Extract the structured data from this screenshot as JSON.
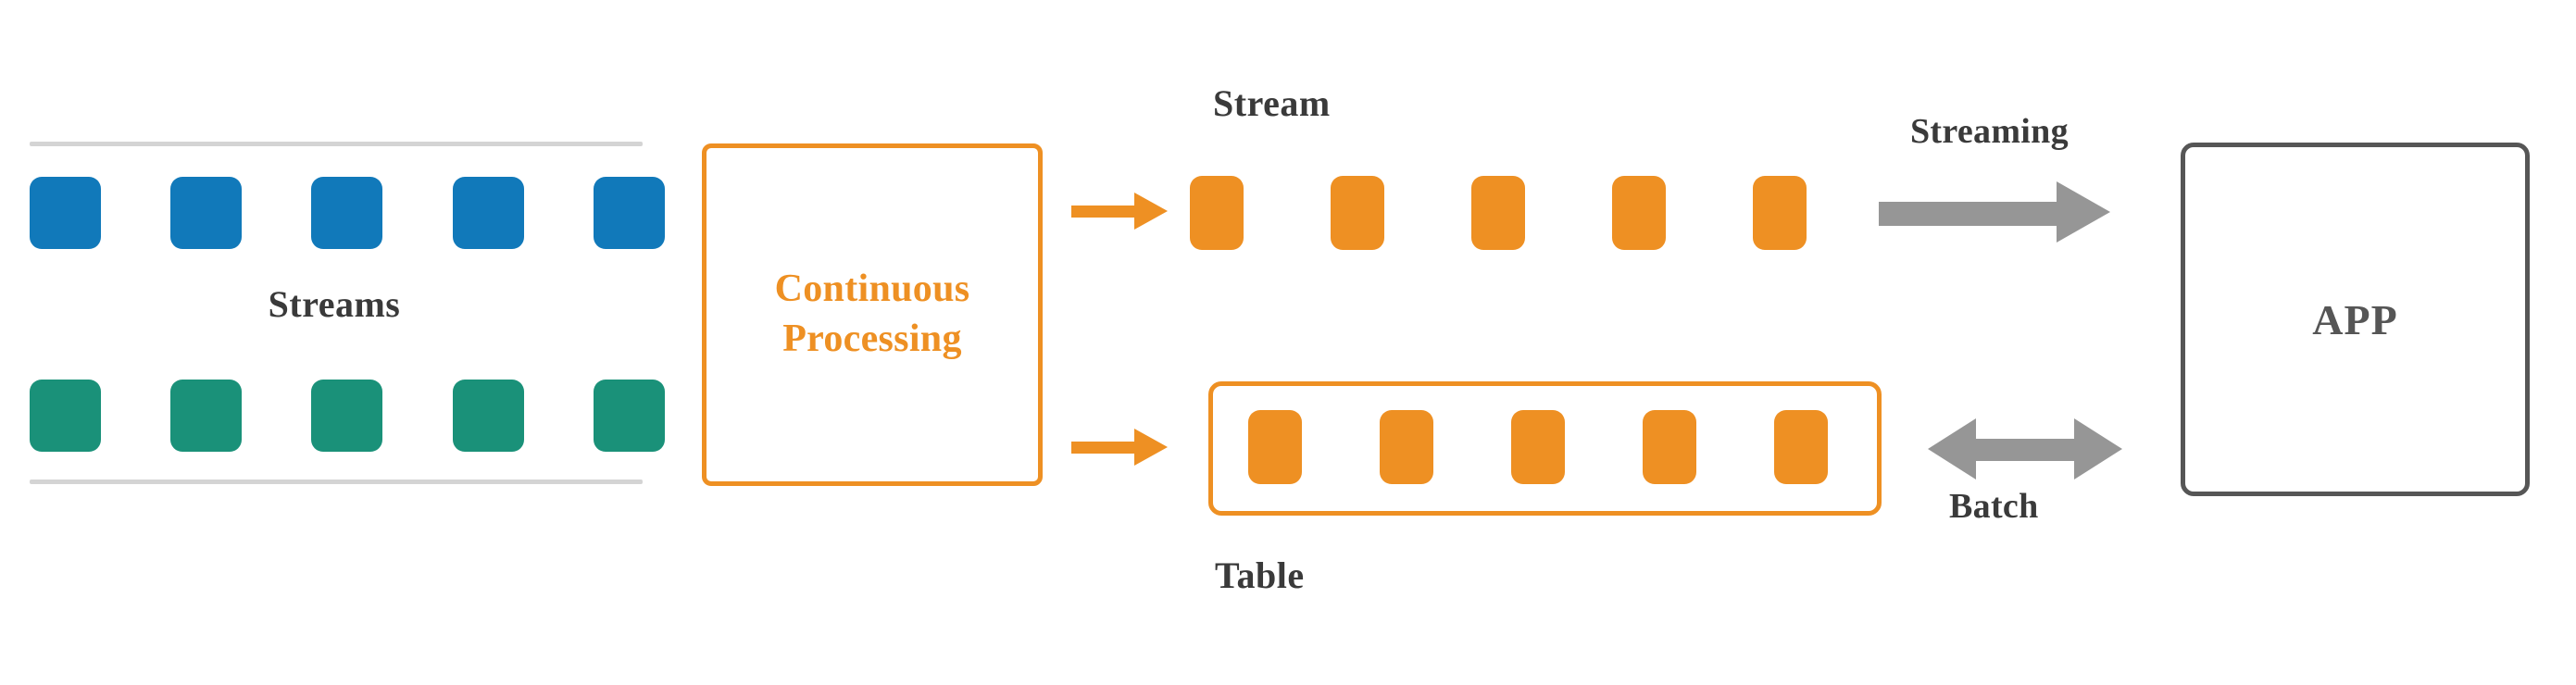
{
  "diagram": {
    "title": "Continuous Processing: Streams to Stream and Table consumed by APP",
    "colors": {
      "blue_chip": "#1179ba",
      "teal_chip": "#1a9179",
      "orange": "#ee9023",
      "grey_arrow": "#969696",
      "dark_text": "#3a3a3a",
      "app_border": "#565656",
      "rail": "#d4d4d4",
      "background": "#ffffff"
    }
  },
  "sources": {
    "label": "Streams",
    "blue_row": {
      "name": "blue-stream-row",
      "count": 5,
      "x_positions": [
        32,
        184,
        336,
        489,
        641
      ]
    },
    "teal_row": {
      "name": "teal-stream-row",
      "count": 5,
      "x_positions": [
        32,
        184,
        336,
        489,
        641
      ]
    },
    "rails": [
      "rail-top",
      "rail-bottom"
    ]
  },
  "processor": {
    "line1": "Continuous",
    "line2": "Processing"
  },
  "arrows": {
    "to_stream": "arrow-right-small",
    "to_table": "arrow-right-small",
    "streaming": "arrow-right-large",
    "batch": "arrow-double-horizontal"
  },
  "outputs": {
    "stream": {
      "label": "Stream",
      "count": 5,
      "x_positions": [
        1285,
        1437,
        1589,
        1741,
        1893
      ]
    },
    "table": {
      "label": "Table",
      "count": 5,
      "x_positions": [
        1348,
        1490,
        1632,
        1774,
        1916
      ]
    }
  },
  "connections": {
    "streaming_label": "Streaming",
    "batch_label": "Batch"
  },
  "app": {
    "label": "APP"
  }
}
